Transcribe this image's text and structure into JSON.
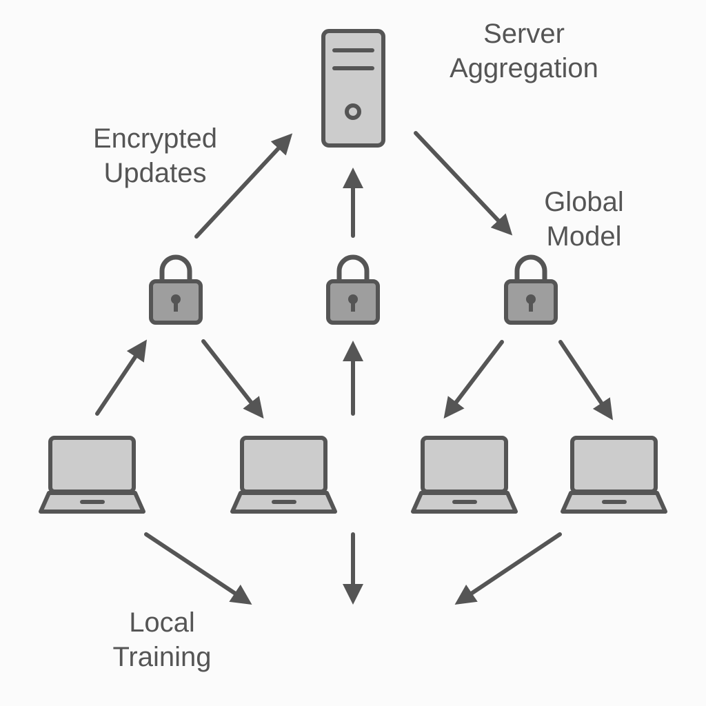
{
  "labels": {
    "server_aggregation": [
      "Server",
      "Aggregation"
    ],
    "encrypted_updates": [
      "Encrypted",
      "Updates"
    ],
    "global_model": [
      "Global",
      "Model"
    ],
    "local_training": [
      "Local",
      "Training"
    ]
  },
  "nodes": {
    "server": "server-icon",
    "locks": [
      "lock-icon",
      "lock-icon",
      "lock-icon"
    ],
    "clients": [
      "laptop-icon",
      "laptop-icon",
      "laptop-icon",
      "laptop-icon"
    ]
  },
  "colors": {
    "background": "#fbfbfb",
    "stroke": "#555555",
    "fill_light": "#cccccc",
    "fill_mid": "#9e9e9e",
    "text": "#555555"
  }
}
